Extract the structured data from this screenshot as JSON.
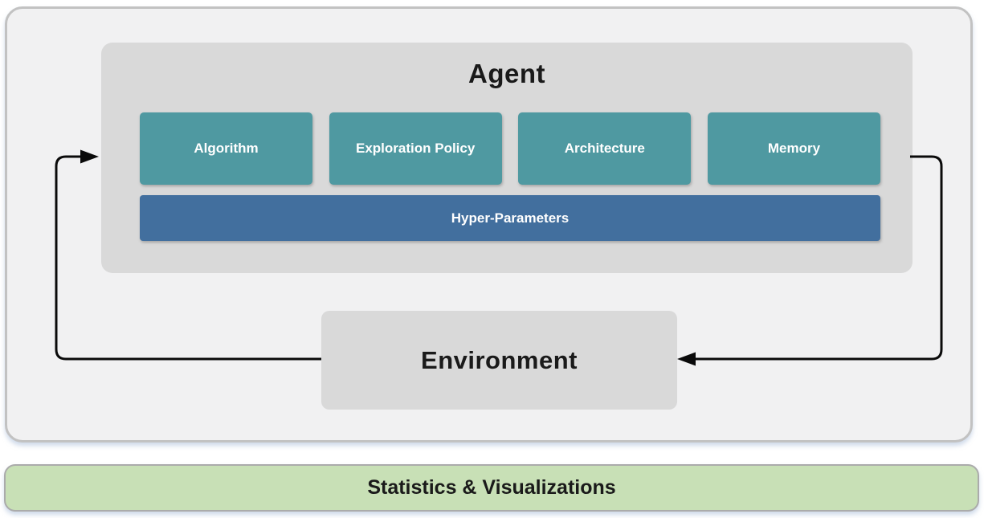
{
  "diagram": {
    "agent": {
      "title": "Agent",
      "modules": [
        "Algorithm",
        "Exploration Policy",
        "Architecture",
        "Memory"
      ],
      "hyper_parameters_label": "Hyper-Parameters"
    },
    "environment": {
      "title": "Environment"
    },
    "stats_bar": {
      "label": "Statistics & Visualizations"
    },
    "arrows": [
      {
        "name": "environment-to-agent",
        "from": "Environment",
        "to": "Agent"
      },
      {
        "name": "agent-to-environment",
        "from": "Agent",
        "to": "Environment"
      }
    ]
  },
  "colors": {
    "module-teal": "#4f99a1",
    "hyper-blue": "#426f9e",
    "panel-gray": "#d9d9d9",
    "outer-fill": "#f1f1f2",
    "outer-border": "#c2c2c2",
    "stats-green": "#c8e0b6",
    "stats-border": "#ababab",
    "arrow-black": "#0a0a0a",
    "text-dark": "#1a1a1a",
    "text-white": "#ffffff"
  }
}
